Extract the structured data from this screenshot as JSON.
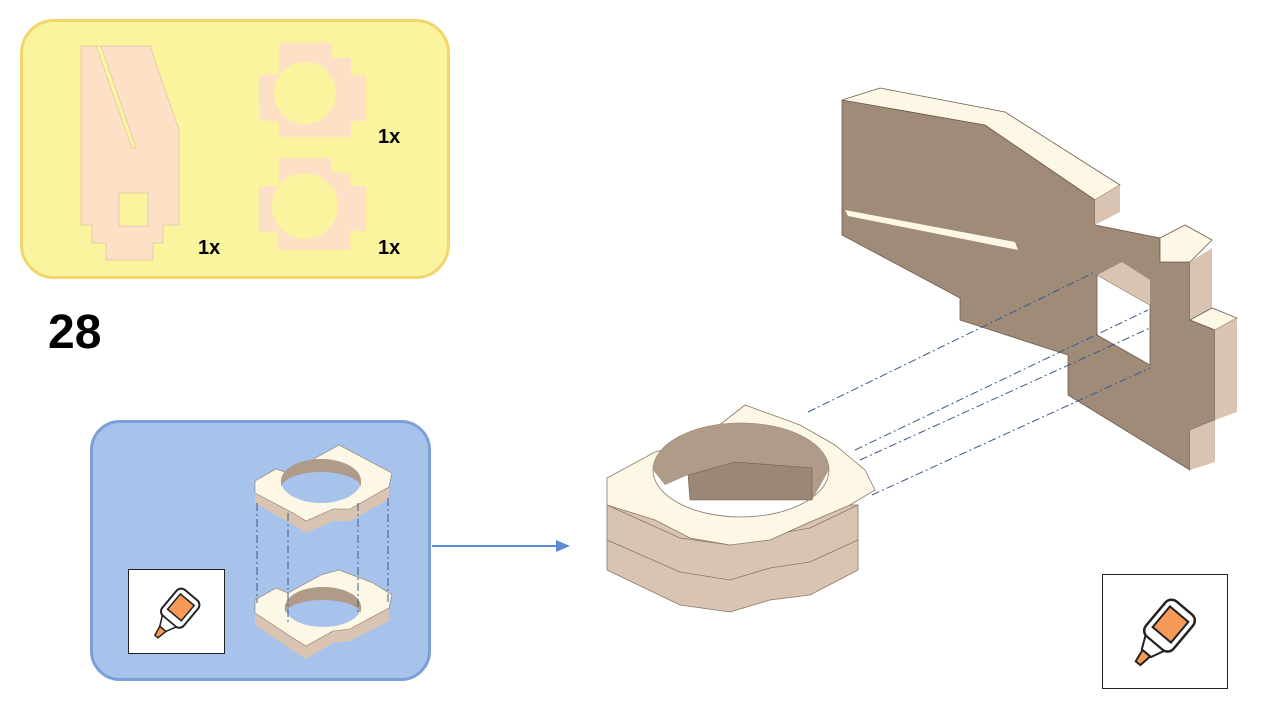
{
  "step": {
    "number": "28"
  },
  "parts": [
    {
      "name": "side-plate",
      "quantity": "1x"
    },
    {
      "name": "ring-top",
      "quantity": "1x"
    },
    {
      "name": "ring-bottom",
      "quantity": "1x"
    }
  ],
  "colors": {
    "parts_panel_bg": "#fbf49f",
    "parts_panel_border": "#f3d66b",
    "part_fill": "#fde0c6",
    "subassembly_bg": "#a8c3eb",
    "subassembly_border": "#7c9fd7",
    "wood_face": "#fdf8e6",
    "wood_side": "#d8c4b0",
    "wood_front": "#a08a78",
    "guide_line": "#3a5a8c",
    "arrow": "#5b8ad6",
    "glue_orange": "#f79a58"
  },
  "icons": [
    "glue-bottle-icon",
    "arrow-right-icon"
  ]
}
